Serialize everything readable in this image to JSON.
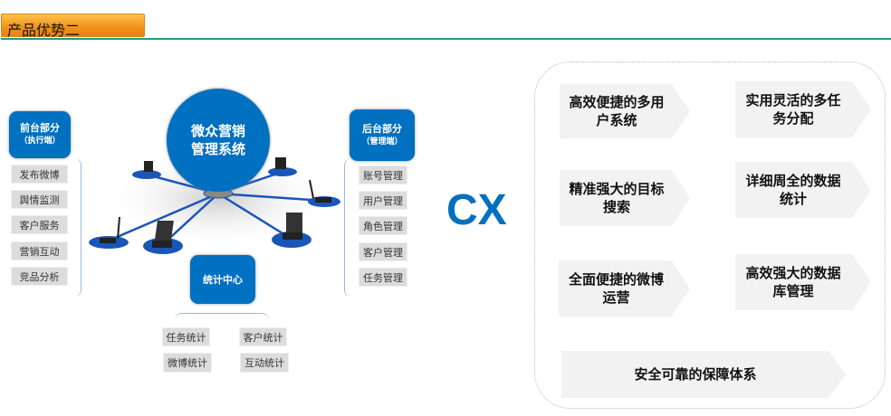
{
  "title": "产品优势二",
  "center": {
    "label": "微众营销管理系统"
  },
  "front": {
    "title": "前台部分",
    "subtitle": "（执行端）",
    "items": [
      "发布微博",
      "舆情监测",
      "客户服务",
      "营销互动",
      "竞品分析"
    ]
  },
  "back": {
    "title": "后台部分",
    "subtitle": "（管理端）",
    "items": [
      "账号管理",
      "用户管理",
      "角色管理",
      "客户管理",
      "任务管理"
    ]
  },
  "stats": {
    "title": "统计中心",
    "items": [
      "任务统计",
      "客户统计",
      "微博统计",
      "互动统计"
    ]
  },
  "brand": "CX",
  "features": [
    "高效便捷的多用户系统",
    "实用灵活的多任务分配",
    "精准强大的目标搜索",
    "详细周全的数据统计",
    "全面便捷的微博运营",
    "高效强大的数据库管理",
    "安全可靠的保障体系"
  ],
  "colors": {
    "blue": "#0070c0",
    "orange": "#f0901a",
    "teal": "#1f9a84"
  }
}
